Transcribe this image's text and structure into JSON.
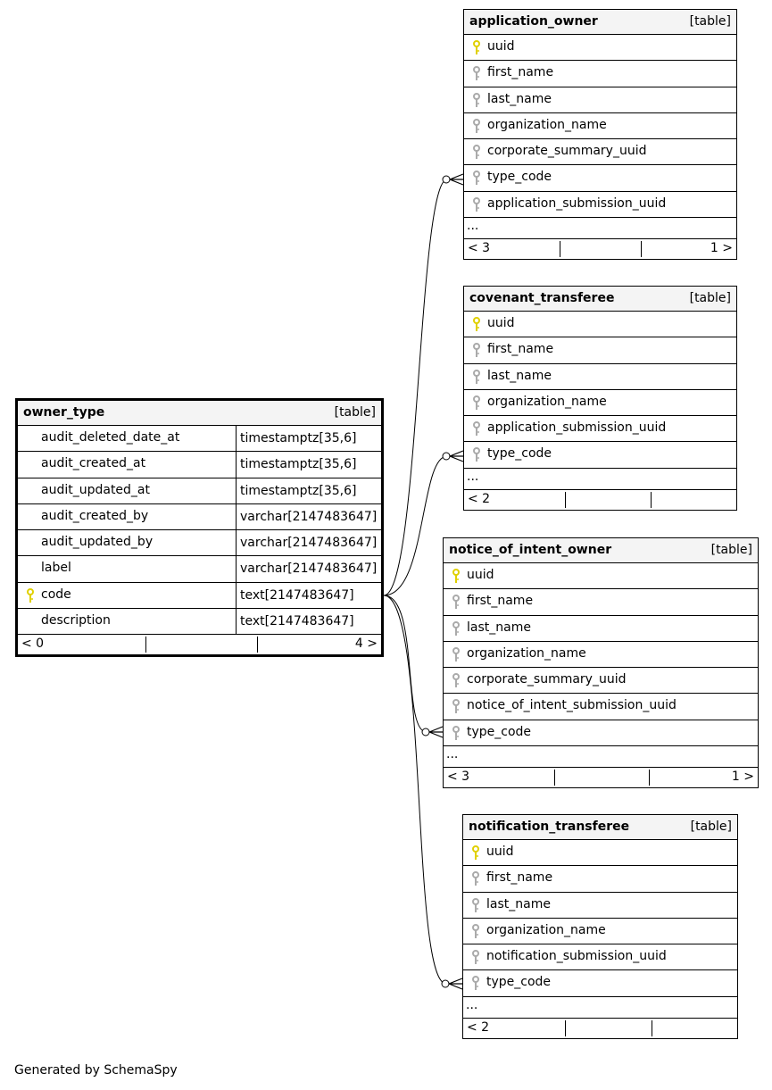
{
  "tables": [
    {
      "id": "owner_type",
      "name": "owner_type",
      "tag": "[table]",
      "columns": [
        {
          "name": "audit_deleted_date_at",
          "type": "timestamptz[35,6]",
          "key": ""
        },
        {
          "name": "audit_created_at",
          "type": "timestamptz[35,6]",
          "key": ""
        },
        {
          "name": "audit_updated_at",
          "type": "timestamptz[35,6]",
          "key": ""
        },
        {
          "name": "audit_created_by",
          "type": "varchar[2147483647]",
          "key": ""
        },
        {
          "name": "audit_updated_by",
          "type": "varchar[2147483647]",
          "key": ""
        },
        {
          "name": "label",
          "type": "varchar[2147483647]",
          "key": ""
        },
        {
          "name": "code",
          "type": "text[2147483647]",
          "key": "primary"
        },
        {
          "name": "description",
          "type": "text[2147483647]",
          "key": ""
        }
      ],
      "ellipsis": "",
      "footer": {
        "parents": "< 0",
        "children": "4 >"
      }
    },
    {
      "id": "application_owner",
      "name": "application_owner",
      "tag": "[table]",
      "columns": [
        {
          "name": "uuid",
          "key": "primary"
        },
        {
          "name": "first_name",
          "key": "index"
        },
        {
          "name": "last_name",
          "key": "index"
        },
        {
          "name": "organization_name",
          "key": "index"
        },
        {
          "name": "corporate_summary_uuid",
          "key": "index"
        },
        {
          "name": "type_code",
          "key": "index"
        },
        {
          "name": "application_submission_uuid",
          "key": "index"
        }
      ],
      "ellipsis": "...",
      "footer": {
        "parents": "< 3",
        "children": "1 >"
      }
    },
    {
      "id": "covenant_transferee",
      "name": "covenant_transferee",
      "tag": "[table]",
      "columns": [
        {
          "name": "uuid",
          "key": "primary"
        },
        {
          "name": "first_name",
          "key": "index"
        },
        {
          "name": "last_name",
          "key": "index"
        },
        {
          "name": "organization_name",
          "key": "index"
        },
        {
          "name": "application_submission_uuid",
          "key": "index"
        },
        {
          "name": "type_code",
          "key": "index"
        }
      ],
      "ellipsis": "...",
      "footer": {
        "parents": "< 2",
        "children": ""
      }
    },
    {
      "id": "notice_of_intent_owner",
      "name": "notice_of_intent_owner",
      "tag": "[table]",
      "columns": [
        {
          "name": "uuid",
          "key": "primary"
        },
        {
          "name": "first_name",
          "key": "index"
        },
        {
          "name": "last_name",
          "key": "index"
        },
        {
          "name": "organization_name",
          "key": "index"
        },
        {
          "name": "corporate_summary_uuid",
          "key": "index"
        },
        {
          "name": "notice_of_intent_submission_uuid",
          "key": "index"
        },
        {
          "name": "type_code",
          "key": "index"
        }
      ],
      "ellipsis": "...",
      "footer": {
        "parents": "< 3",
        "children": "1 >"
      }
    },
    {
      "id": "notification_transferee",
      "name": "notification_transferee",
      "tag": "[table]",
      "columns": [
        {
          "name": "uuid",
          "key": "primary"
        },
        {
          "name": "first_name",
          "key": "index"
        },
        {
          "name": "last_name",
          "key": "index"
        },
        {
          "name": "organization_name",
          "key": "index"
        },
        {
          "name": "notification_submission_uuid",
          "key": "index"
        },
        {
          "name": "type_code",
          "key": "index"
        }
      ],
      "ellipsis": "...",
      "footer": {
        "parents": "< 2",
        "children": ""
      }
    }
  ],
  "relationships": [
    {
      "from": "application_owner.type_code",
      "to": "owner_type.code"
    },
    {
      "from": "covenant_transferee.type_code",
      "to": "owner_type.code"
    },
    {
      "from": "notice_of_intent_owner.type_code",
      "to": "owner_type.code"
    },
    {
      "from": "notification_transferee.type_code",
      "to": "owner_type.code"
    }
  ],
  "colors": {
    "primary_key": "#e0d000",
    "index_key": "#aaaaaa",
    "header_bg": "#f4f4f4"
  },
  "generated_by": "Generated by SchemaSpy"
}
